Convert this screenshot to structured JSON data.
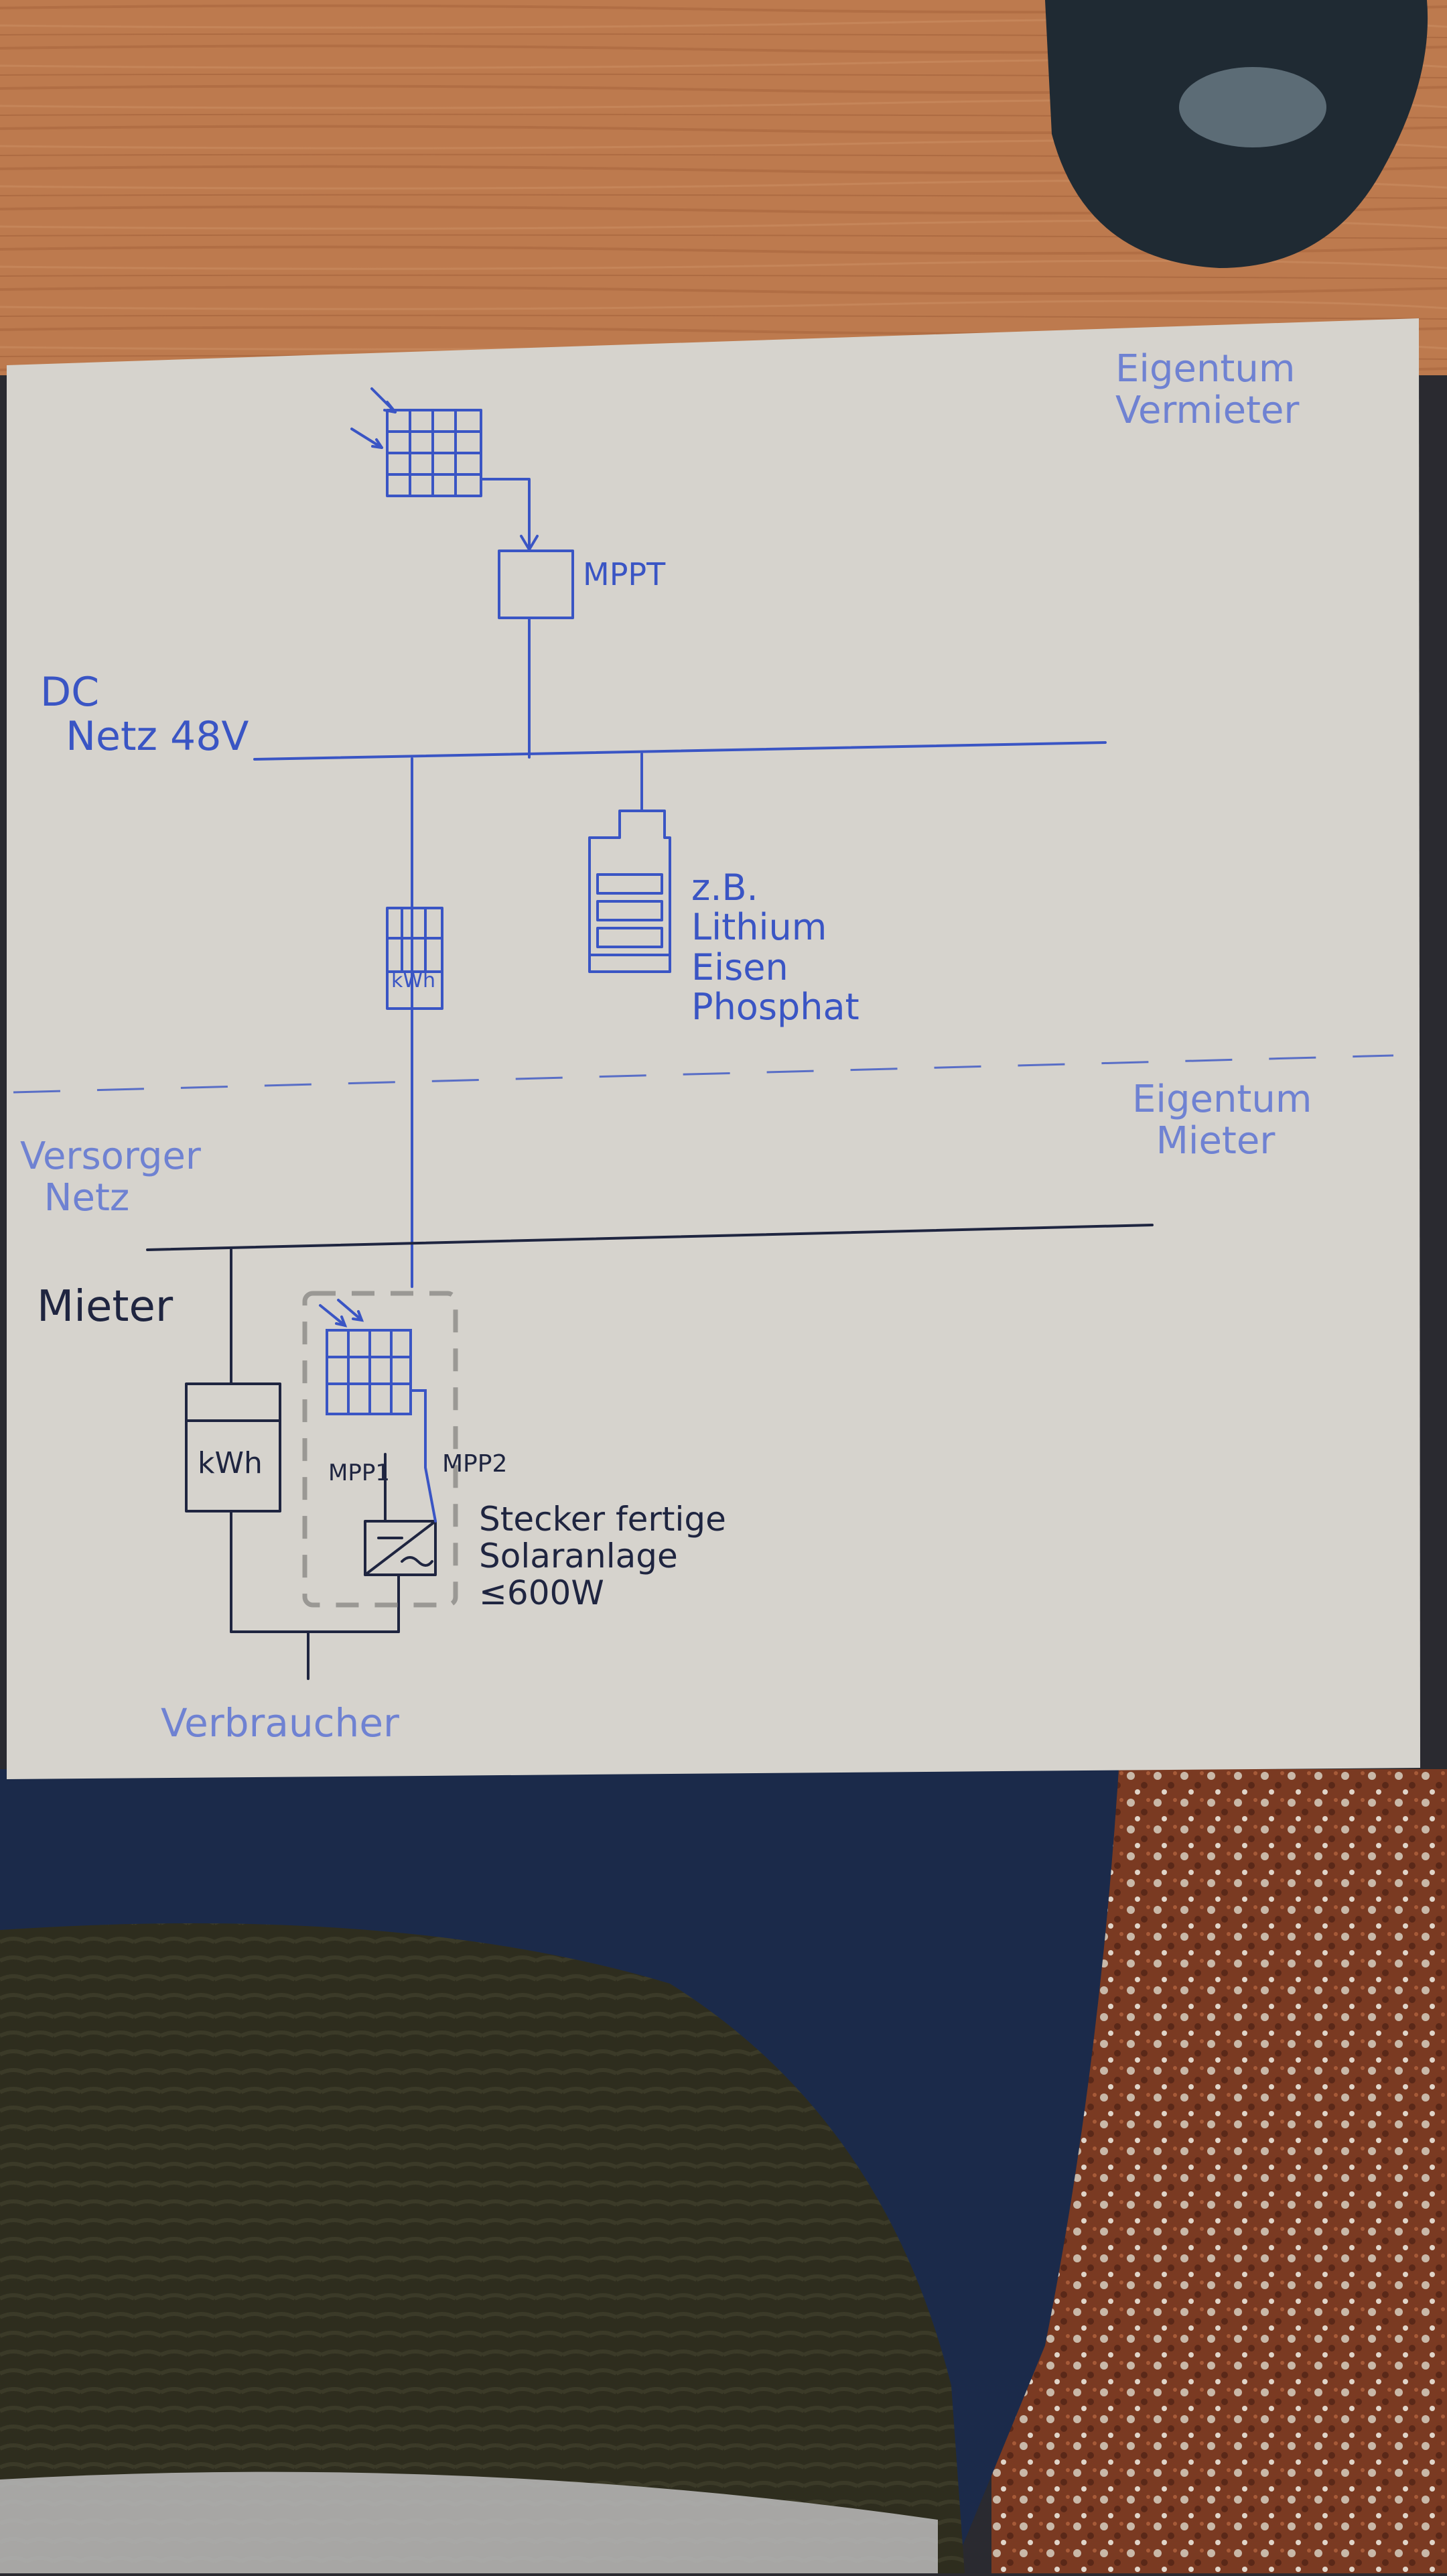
{
  "labels": {
    "owner_landlord": "Eigentum\nVermieter",
    "mppt": "MPPT",
    "dc_grid": "DC\n  Netz 48V",
    "battery": "z.B.\nLithium\nEisen\nPhosphat",
    "meter_dc": "kWh",
    "owner_tenant": "Eigentum\n  Mieter",
    "supplier_grid": "Versorger\n  Netz",
    "tenant": "Mieter",
    "meter_tenant": "kWh",
    "mpp1": "MPP1",
    "mpp2": "MPP2",
    "plug_in_solar": "Stecker fertige\nSolaranlage\n≤600W",
    "consumer": "Verbraucher"
  },
  "colors": {
    "paper": "#d6d3cd",
    "ink_blue": "#3a55c4",
    "ink_dark": "#1f2540",
    "wood": "#b8744a",
    "jeans": "#1b2a4a",
    "sweater": "#2c2b1c",
    "rug": "#7a3a22"
  }
}
